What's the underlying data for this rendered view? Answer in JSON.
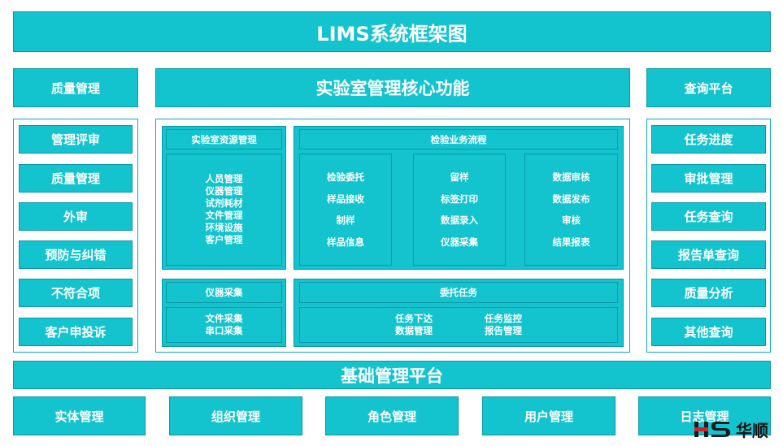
{
  "title": "LIMS系统框架图",
  "quality_header": "质量管理",
  "core_header": "实验室管理核心功能",
  "query_header": "查询平台",
  "left_items": [
    "管理评审",
    "质量管理",
    "外审",
    "预防与纠错",
    "不符合项",
    "客户申投诉"
  ],
  "right_items": [
    "任务进度",
    "审批管理",
    "任务查询",
    "报告单查询",
    "质量分析",
    "其他查询"
  ],
  "resource": {
    "title": "实验室资源管理",
    "items": [
      "人员管理",
      "仪器管理",
      "试剂耗材",
      "文件管理",
      "环境设施",
      "客户管理"
    ]
  },
  "workflow": {
    "title": "检验业务流程",
    "col1": [
      "检验委托",
      "样品接收",
      "制样",
      "样品信息"
    ],
    "col2": [
      "留样",
      "标签打印",
      "数据录入",
      "仪器采集"
    ],
    "col3": [
      "数据审核",
      "数据发布",
      "审核",
      "结果报表"
    ]
  },
  "instrument": {
    "title": "仪器采集",
    "items": [
      "文件采集",
      "串口采集"
    ]
  },
  "entrust": {
    "title": "委托任务",
    "left": [
      "任务下达",
      "数据管理"
    ],
    "right": [
      "任务监控",
      "报告管理"
    ]
  },
  "base_platform": "基础管理平台",
  "bottom_items": [
    "实体管理",
    "组织管理",
    "角色管理",
    "用户管理",
    "日志管理"
  ],
  "logo_text": "华顺",
  "colors": {
    "fill": "#13c4cf",
    "border": "#0a97a6",
    "logo_red": "#d0202a",
    "logo_dark": "#1a1a1a"
  }
}
